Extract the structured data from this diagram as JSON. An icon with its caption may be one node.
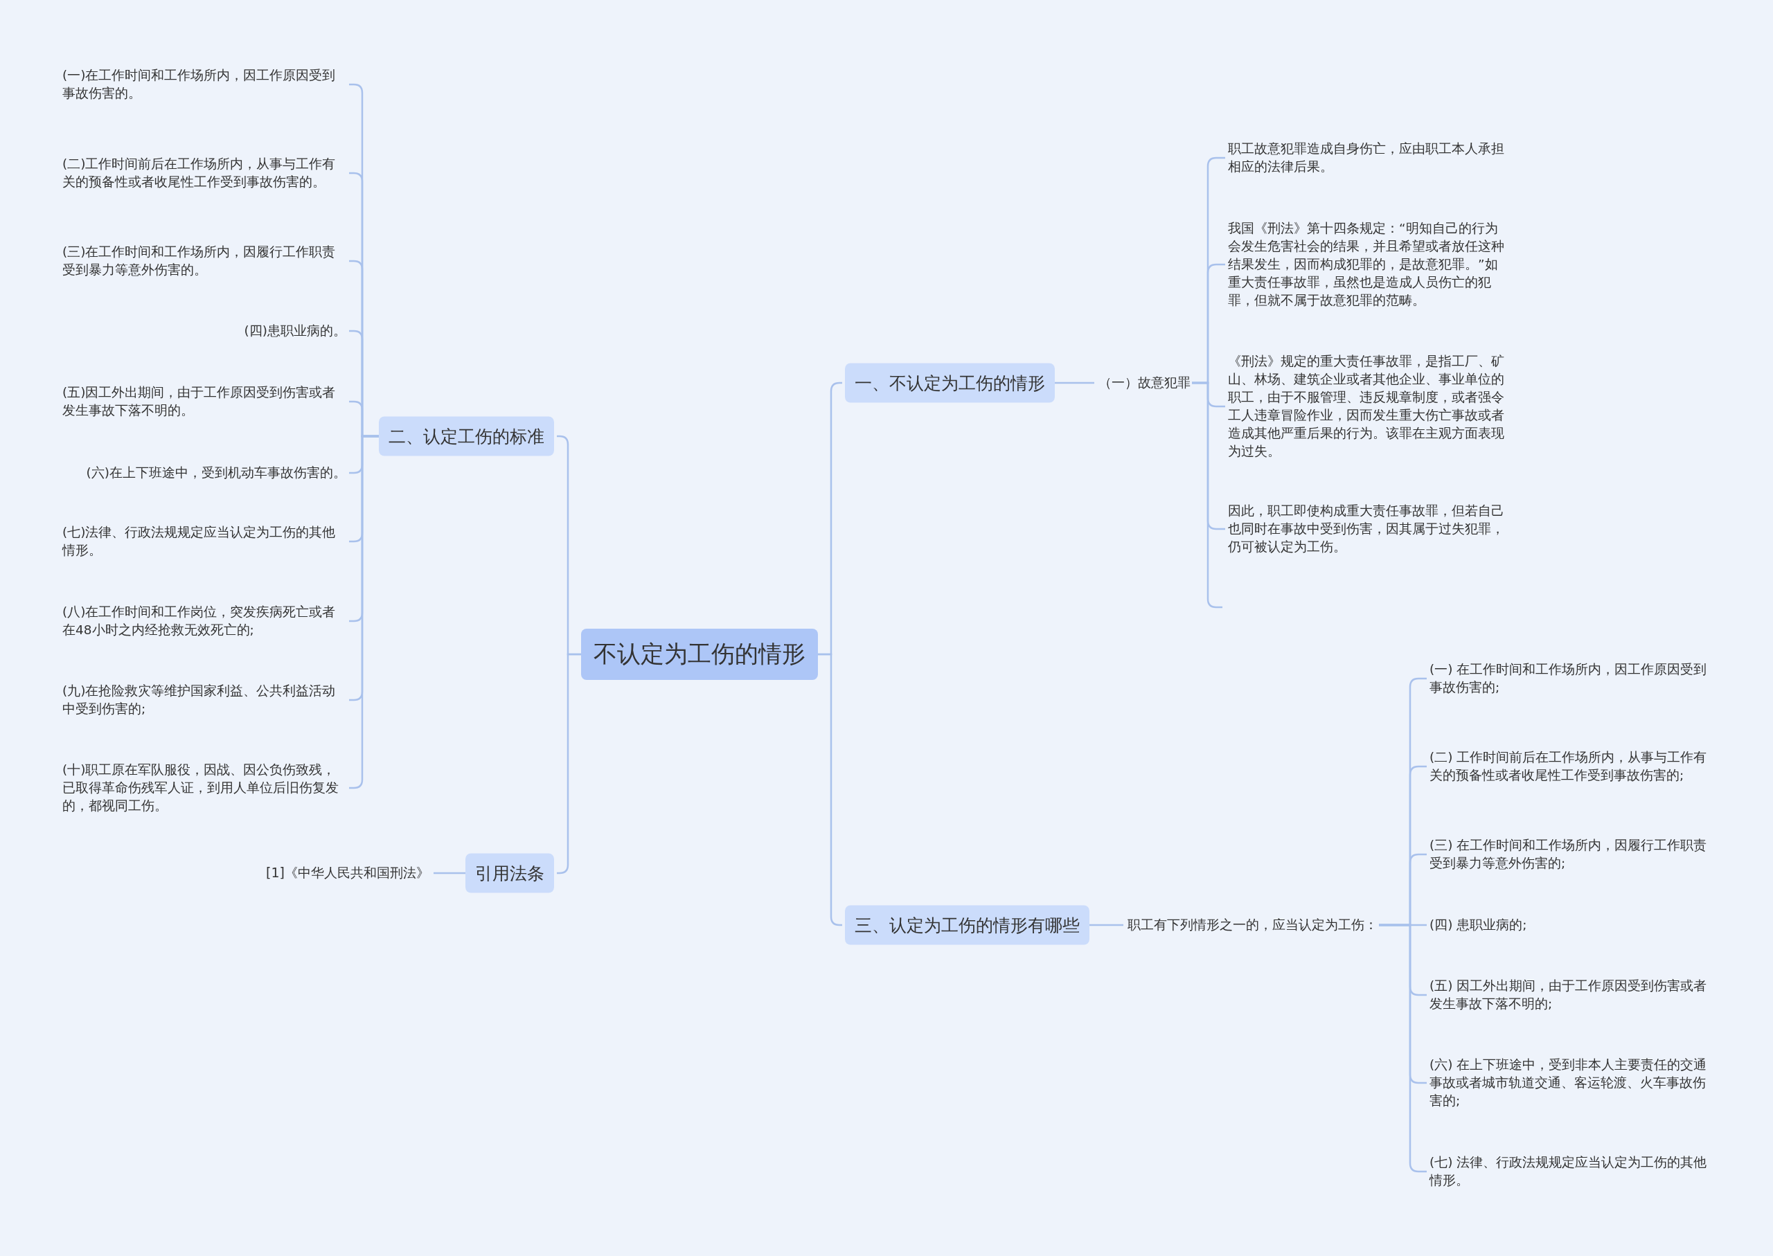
{
  "diagram": {
    "nodes": [
      {
        "text": [
          "不认定为工伤的情形"
        ]
      },
      {
        "text": [
          "一、不认定为工伤的情形"
        ]
      },
      {
        "text": [
          "（一）故意犯罪"
        ]
      },
      {
        "text": [
          "职工故意犯罪造成自身伤亡，应由职工本人承担相应的法律后果。"
        ]
      },
      {
        "text": [
          "我国《刑法》第十四条规定：“明知自己的行为会发生危害社会的结果，并且希望或者放任这种结果发生，因而构成犯罪的，是故意犯罪。”如重大责任事故罪，虽然也是造成人员伤亡的犯罪，但就不属于故意犯罪的范畴。"
        ]
      },
      {
        "text": [
          "《刑法》规定的重大责任事故罪，是指工厂、矿山、林场、建筑企业或者其他企业、事业单位的职工，由于不服管理、违反规章制度，或者强令工人违章冒险作业，因而发生重大伤亡事故或者造成其他严重后果的行为。该罪在主观方面表现为过失。"
        ]
      },
      {
        "text": [
          "因此，职工即使构成重大责任事故罪，但若自己也同时在事故中受到伤害，因其属于过失犯罪，仍可被认定为工伤。"
        ]
      },
      {
        "text": [
          "三、认定为工伤的情形有哪些"
        ]
      },
      {
        "text": [
          "职工有下列情形之一的，应当认定为工伤："
        ]
      },
      {
        "text": [
          "(一) 在工作时间和工作场所内，因工作原因受到事故伤害的;"
        ]
      },
      {
        "text": [
          "(二) 工作时间前后在工作场所内，从事与工作有关的预备性或者收尾性工作受到事故伤害的;"
        ]
      },
      {
        "text": [
          "(三) 在工作时间和工作场所内，因履行工作职责受到暴力等意外伤害的;"
        ]
      },
      {
        "text": [
          "(四) 患职业病的;"
        ]
      },
      {
        "text": [
          "(五) 因工外出期间，由于工作原因受到伤害或者发生事故下落不明的;"
        ]
      },
      {
        "text": [
          "(六) 在上下班途中，受到非本人主要责任的交通事故或者城市轨道交通、客运轮渡、火车事故伤害的;"
        ]
      },
      {
        "text": [
          "(七) 法律、行政法规规定应当认定为工伤的其他情形。"
        ]
      },
      {
        "text": [
          "二、认定工伤的标准"
        ]
      },
      {
        "text": [
          "(一)在工作时间和工作场所内，因工作原因受到事故伤害的。"
        ]
      },
      {
        "text": [
          "(二)工作时间前后在工作场所内，从事与工作有关的预备性或者收尾性工作受到事故伤害的。"
        ]
      },
      {
        "text": [
          "(三)在工作时间和工作场所内，因履行工作职责受到暴力等意外伤害的。"
        ]
      },
      {
        "text": [
          "(四)患职业病的。"
        ]
      },
      {
        "text": [
          "(五)因工外出期间，由于工作原因受到伤害或者发生事故下落不明的。"
        ]
      },
      {
        "text": [
          "(六)在上下班途中，受到机动车事故伤害的。"
        ]
      },
      {
        "text": [
          "(七)法律、行政法规规定应当认定为工伤的其他情形。"
        ]
      },
      {
        "text": [
          "(八)在工作时间和工作岗位，突发疾病死亡或者在48小时之内经抢救无效死亡的;"
        ]
      },
      {
        "text": [
          "(九)在抢险救灾等维护国家利益、公共利益活动中受到伤害的;"
        ]
      },
      {
        "text": [
          "(十)职工原在军队服役，因战、因公负伤致残，已取得革命伤残军人证，到用人单位后旧伤复发的，都视同工伤。"
        ]
      },
      {
        "text": [
          "引用法条"
        ]
      },
      {
        "text": [
          "[1]《中华人民共和国刑法》"
        ]
      }
    ],
    "edges": [
      {
        "from": 0,
        "to": 1,
        "arrow": "none"
      },
      {
        "from": 1,
        "to": 2,
        "arrow": "none"
      },
      {
        "from": 2,
        "to": 3,
        "arrow": "none"
      },
      {
        "from": 2,
        "to": 4,
        "arrow": "none"
      },
      {
        "from": 2,
        "to": 5,
        "arrow": "none"
      },
      {
        "from": 2,
        "to": 6,
        "arrow": "none"
      },
      {
        "from": 2,
        "to": null,
        "arrow": "none"
      },
      {
        "from": 0,
        "to": 7,
        "arrow": "none"
      },
      {
        "from": 7,
        "to": 8,
        "arrow": "none"
      },
      {
        "from": 8,
        "to": 9,
        "arrow": "none"
      },
      {
        "from": 8,
        "to": 10,
        "arrow": "none"
      },
      {
        "from": 8,
        "to": 11,
        "arrow": "none"
      },
      {
        "from": 8,
        "to": 12,
        "arrow": "none"
      },
      {
        "from": 8,
        "to": 13,
        "arrow": "none"
      },
      {
        "from": 8,
        "to": 14,
        "arrow": "none"
      },
      {
        "from": 8,
        "to": 15,
        "arrow": "none"
      },
      {
        "from": 0,
        "to": 16,
        "arrow": "none"
      },
      {
        "from": 16,
        "to": 17,
        "arrow": "none"
      },
      {
        "from": 16,
        "to": 18,
        "arrow": "none"
      },
      {
        "from": 16,
        "to": 19,
        "arrow": "none"
      },
      {
        "from": 16,
        "to": 20,
        "arrow": "none"
      },
      {
        "from": 16,
        "to": 21,
        "arrow": "none"
      },
      {
        "from": 16,
        "to": 22,
        "arrow": "none"
      },
      {
        "from": 16,
        "to": 23,
        "arrow": "none"
      },
      {
        "from": 16,
        "to": 24,
        "arrow": "none"
      },
      {
        "from": 16,
        "to": 25,
        "arrow": "none"
      },
      {
        "from": 16,
        "to": 26,
        "arrow": "none"
      },
      {
        "from": 0,
        "to": 27,
        "arrow": "none"
      },
      {
        "from": 27,
        "to": 28,
        "arrow": "none"
      }
    ]
  }
}
